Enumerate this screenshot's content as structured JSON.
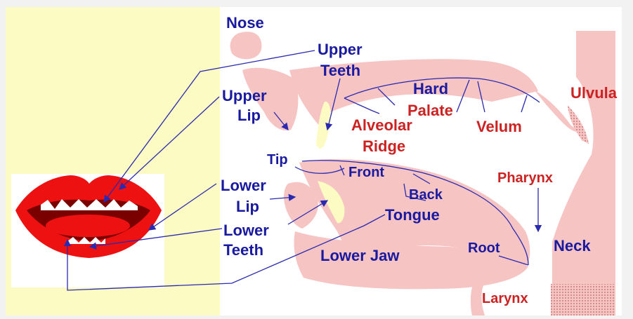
{
  "labels": {
    "nose": "Nose",
    "upper_teeth_1": "Upper",
    "upper_teeth_2": "Teeth",
    "upper_lip_1": "Upper",
    "upper_lip_2": "Lip",
    "hard": "Hard",
    "palate": "Palate",
    "alveolar": "Alveolar",
    "ridge": "Ridge",
    "velum": "Velum",
    "uvula": "Ulvula",
    "tip": "Tip",
    "front": "Front",
    "back": "Back",
    "pharynx": "Pharynx",
    "lower_lip_1": "Lower",
    "lower_lip_2": "Lip",
    "lower_teeth_1": "Lower",
    "lower_teeth_2": "Teeth",
    "tongue": "Tongue",
    "lower_jaw": "Lower Jaw",
    "root": "Root",
    "neck": "Neck",
    "larynx": "Larynx"
  },
  "colors": {
    "panel_left": "#fdfbc4",
    "panel_right": "#ffffff",
    "tissue": "#f7c4c4",
    "label_blue": "#1a1aa0",
    "label_red": "#cc2222",
    "lip_red": "#ee1111",
    "lip_dark": "#7a0000",
    "tooth": "#ffffff"
  }
}
